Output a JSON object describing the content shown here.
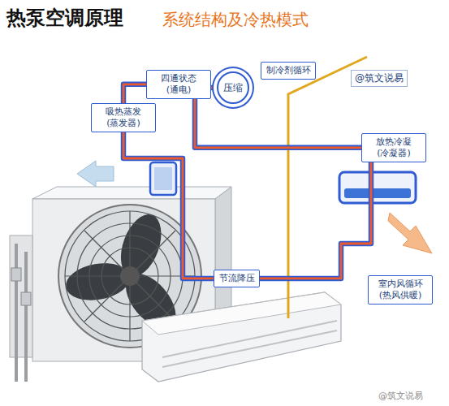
{
  "diagram": {
    "title": "热泵空调原理",
    "nodes": [
      {
        "text": [
          "四通状态 (通电)"
        ]
      },
      {
        "text": [
          "压缩"
        ]
      },
      {
        "text": [
          "制冷剂循环"
        ]
      },
      {
        "text": [
          "吸热蒸发 (蒸发器)"
        ]
      },
      {
        "text": [
          "放热冷凝 (冷凝器)"
        ]
      },
      {
        "text": [
          "节流降压"
        ]
      },
      {
        "text": [
          "室内风循环 (热风供暖)"
        ]
      }
    ],
    "edges": [
      {
        "from": 1,
        "to": 0,
        "arrow": "none"
      },
      {
        "from": 0,
        "to": 4,
        "arrow": "none"
      },
      {
        "from": 4,
        "to": 5,
        "arrow": "none"
      },
      {
        "from": 5,
        "to": 3,
        "arrow": "none"
      },
      {
        "from": 3,
        "to": 0,
        "arrow": "none"
      }
    ],
    "labels": [
      "系统结构及冷热模式",
      "@筑文说易",
      "@筑文说易"
    ]
  }
}
